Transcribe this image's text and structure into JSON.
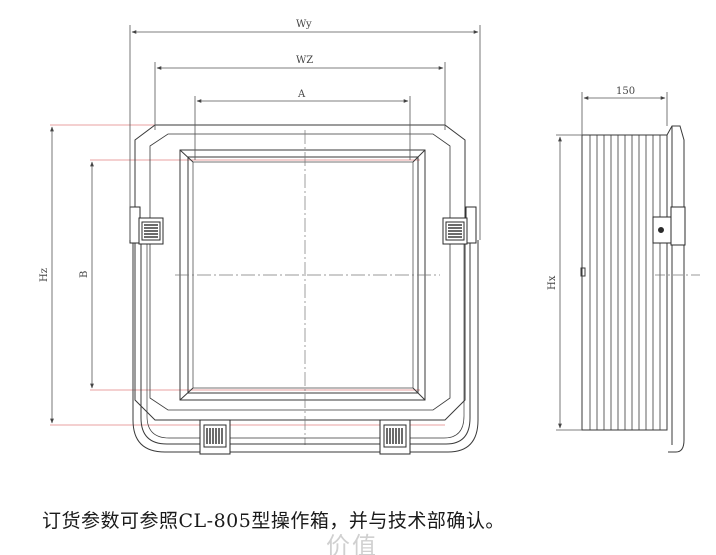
{
  "drawing": {
    "front_view": {
      "dim_wy": "Wy",
      "dim_wz": "WZ",
      "dim_a": "A",
      "dim_hz": "Hz",
      "dim_b": "B"
    },
    "side_view": {
      "dim_depth": "150",
      "dim_hx": "Hx"
    }
  },
  "caption": "订货参数可参照CL-805型操作箱，并与技术部确认。",
  "watermark": "价值",
  "colors": {
    "outline": "#3a3a3a",
    "dimension": "#555555",
    "centerline": "#777777",
    "ghost": "#e9a0a0",
    "latch": "#2b2b2b"
  }
}
